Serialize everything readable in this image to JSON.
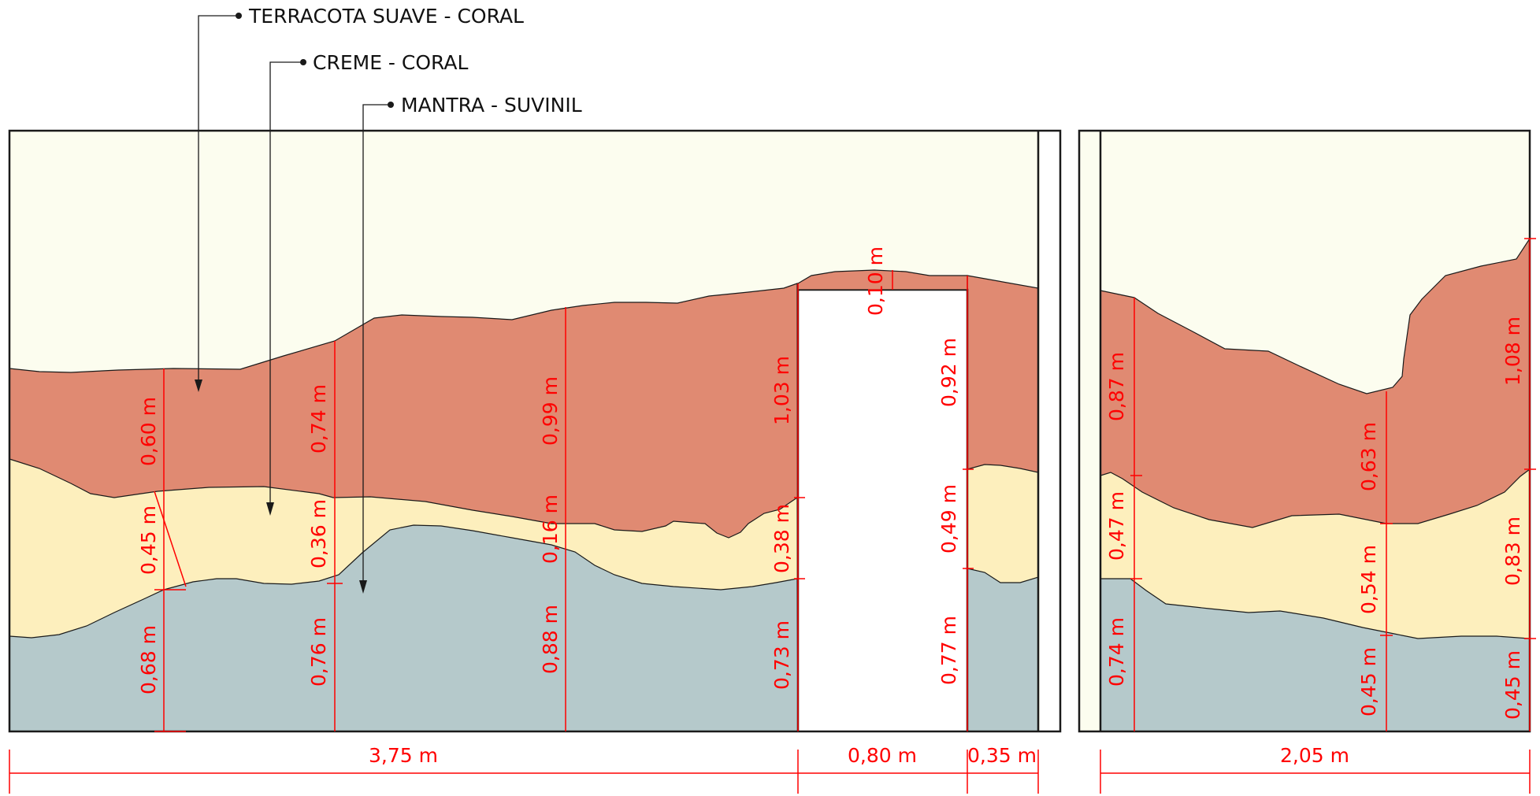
{
  "colors": {
    "wall_background": "#fcfdef",
    "terracota": "#e08a72",
    "creme": "#fdefbd",
    "mantra": "#b5c9cb",
    "dimension": "#ff0000",
    "outline": "#1a1a1a"
  },
  "legend": [
    {
      "label": "TERRACOTA SUAVE - CORAL"
    },
    {
      "label": "CREME - CORAL"
    },
    {
      "label": "MANTRA - SUVINIL"
    }
  ],
  "vertical_dimensions": [
    "0,60 m",
    "0,45 m",
    "0,68 m",
    "0,74 m",
    "0,36 m",
    "0,76 m",
    "0,99 m",
    "0,16 m",
    "0,88 m",
    "1,03 m",
    "0,38 m",
    "0,73 m",
    "0,10 m",
    "0,92 m",
    "0,49 m",
    "0,77 m",
    "0,87 m",
    "0,47 m",
    "0,74 m",
    "0,63 m",
    "0,54 m",
    "0,45 m",
    "1,08 m",
    "0,83 m",
    "0,45 m"
  ],
  "horizontal_dimensions": [
    "3,75 m",
    "0,80 m",
    "0,35 m",
    "2,05 m"
  ]
}
